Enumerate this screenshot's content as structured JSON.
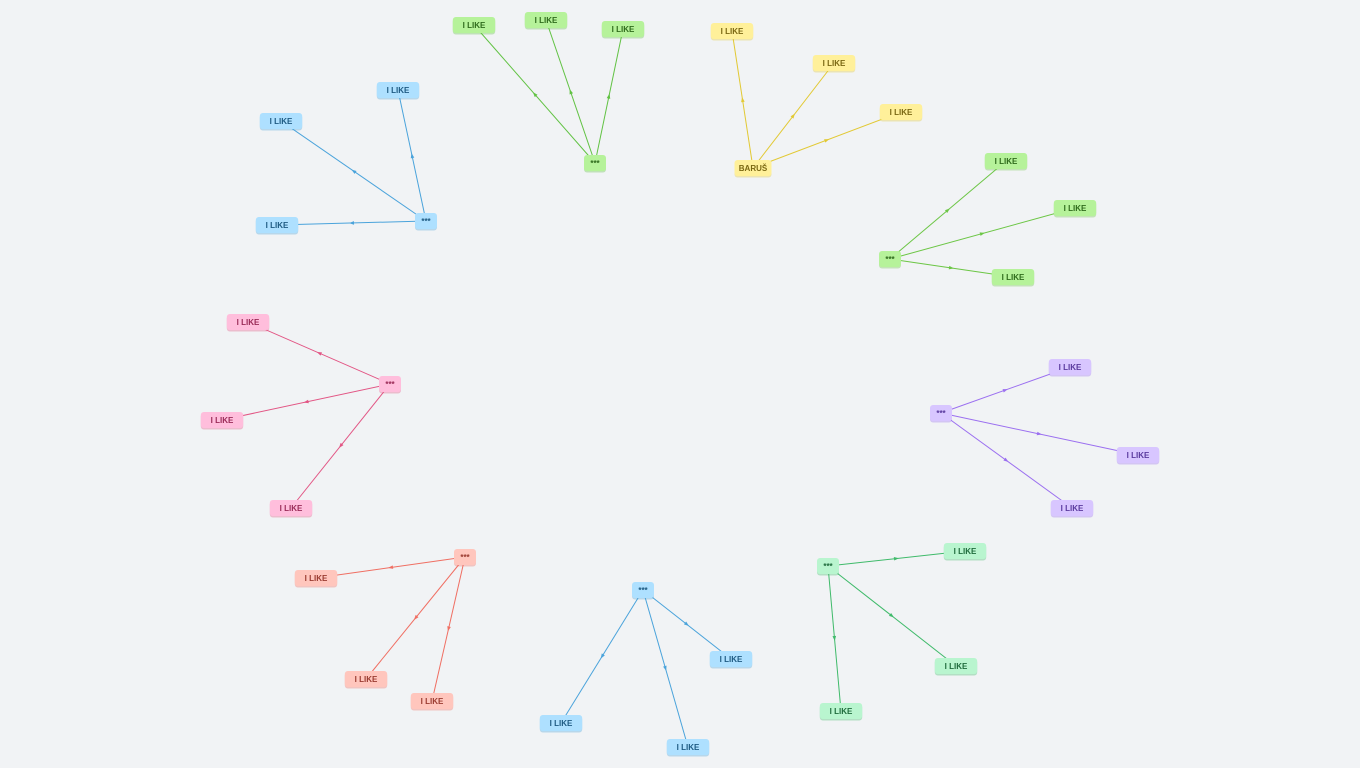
{
  "clusters": [
    {
      "id": "green-top",
      "color": "#61c243",
      "fill": "#b6f29a",
      "text_color": "#2f6b1c",
      "hub_label": "***",
      "leaves": [
        {
          "label": "I LIKE"
        },
        {
          "label": "I LIKE"
        },
        {
          "label": "I LIKE"
        }
      ]
    },
    {
      "id": "yellow-top",
      "color": "#e2c934",
      "fill": "#fff09a",
      "text_color": "#7a6712",
      "hub_label": "BARUŠ",
      "leaves": [
        {
          "label": "I LIKE"
        },
        {
          "label": "I LIKE"
        },
        {
          "label": "I LIKE"
        }
      ]
    },
    {
      "id": "blue-top-left",
      "color": "#4aa3db",
      "fill": "#aee0ff",
      "text_color": "#1e5a82",
      "hub_label": "***",
      "leaves": [
        {
          "label": "I LIKE"
        },
        {
          "label": "I LIKE"
        },
        {
          "label": "I LIKE"
        }
      ]
    },
    {
      "id": "green-right",
      "color": "#6cc645",
      "fill": "#b6f29a",
      "text_color": "#2f6b1c",
      "hub_label": "***",
      "leaves": [
        {
          "label": "I LIKE"
        },
        {
          "label": "I LIKE"
        },
        {
          "label": "I LIKE"
        }
      ]
    },
    {
      "id": "pink-left",
      "color": "#e25584",
      "fill": "#ffbedc",
      "text_color": "#9a2b57",
      "hub_label": "***",
      "leaves": [
        {
          "label": "I LIKE"
        },
        {
          "label": "I LIKE"
        },
        {
          "label": "I LIKE"
        }
      ]
    },
    {
      "id": "purple-right",
      "color": "#9b6ff0",
      "fill": "#d8c6ff",
      "text_color": "#5a3a9e",
      "hub_label": "***",
      "leaves": [
        {
          "label": "I LIKE"
        },
        {
          "label": "I LIKE"
        },
        {
          "label": "I LIKE"
        }
      ]
    },
    {
      "id": "salmon-bottom-left",
      "color": "#f06e62",
      "fill": "#ffc6bd",
      "text_color": "#9a3b30",
      "hub_label": "***",
      "leaves": [
        {
          "label": "I LIKE"
        },
        {
          "label": "I LIKE"
        },
        {
          "label": "I LIKE"
        }
      ]
    },
    {
      "id": "blue-bottom",
      "color": "#4aa3db",
      "fill": "#aee0ff",
      "text_color": "#1e5a82",
      "hub_label": "***",
      "leaves": [
        {
          "label": "I LIKE"
        },
        {
          "label": "I LIKE"
        },
        {
          "label": "I LIKE"
        }
      ]
    },
    {
      "id": "mint-bottom-right",
      "color": "#3fba6a",
      "fill": "#b9f5cf",
      "text_color": "#1f6b3c",
      "hub_label": "***",
      "leaves": [
        {
          "label": "I LIKE"
        },
        {
          "label": "I LIKE"
        },
        {
          "label": "I LIKE"
        }
      ]
    }
  ]
}
